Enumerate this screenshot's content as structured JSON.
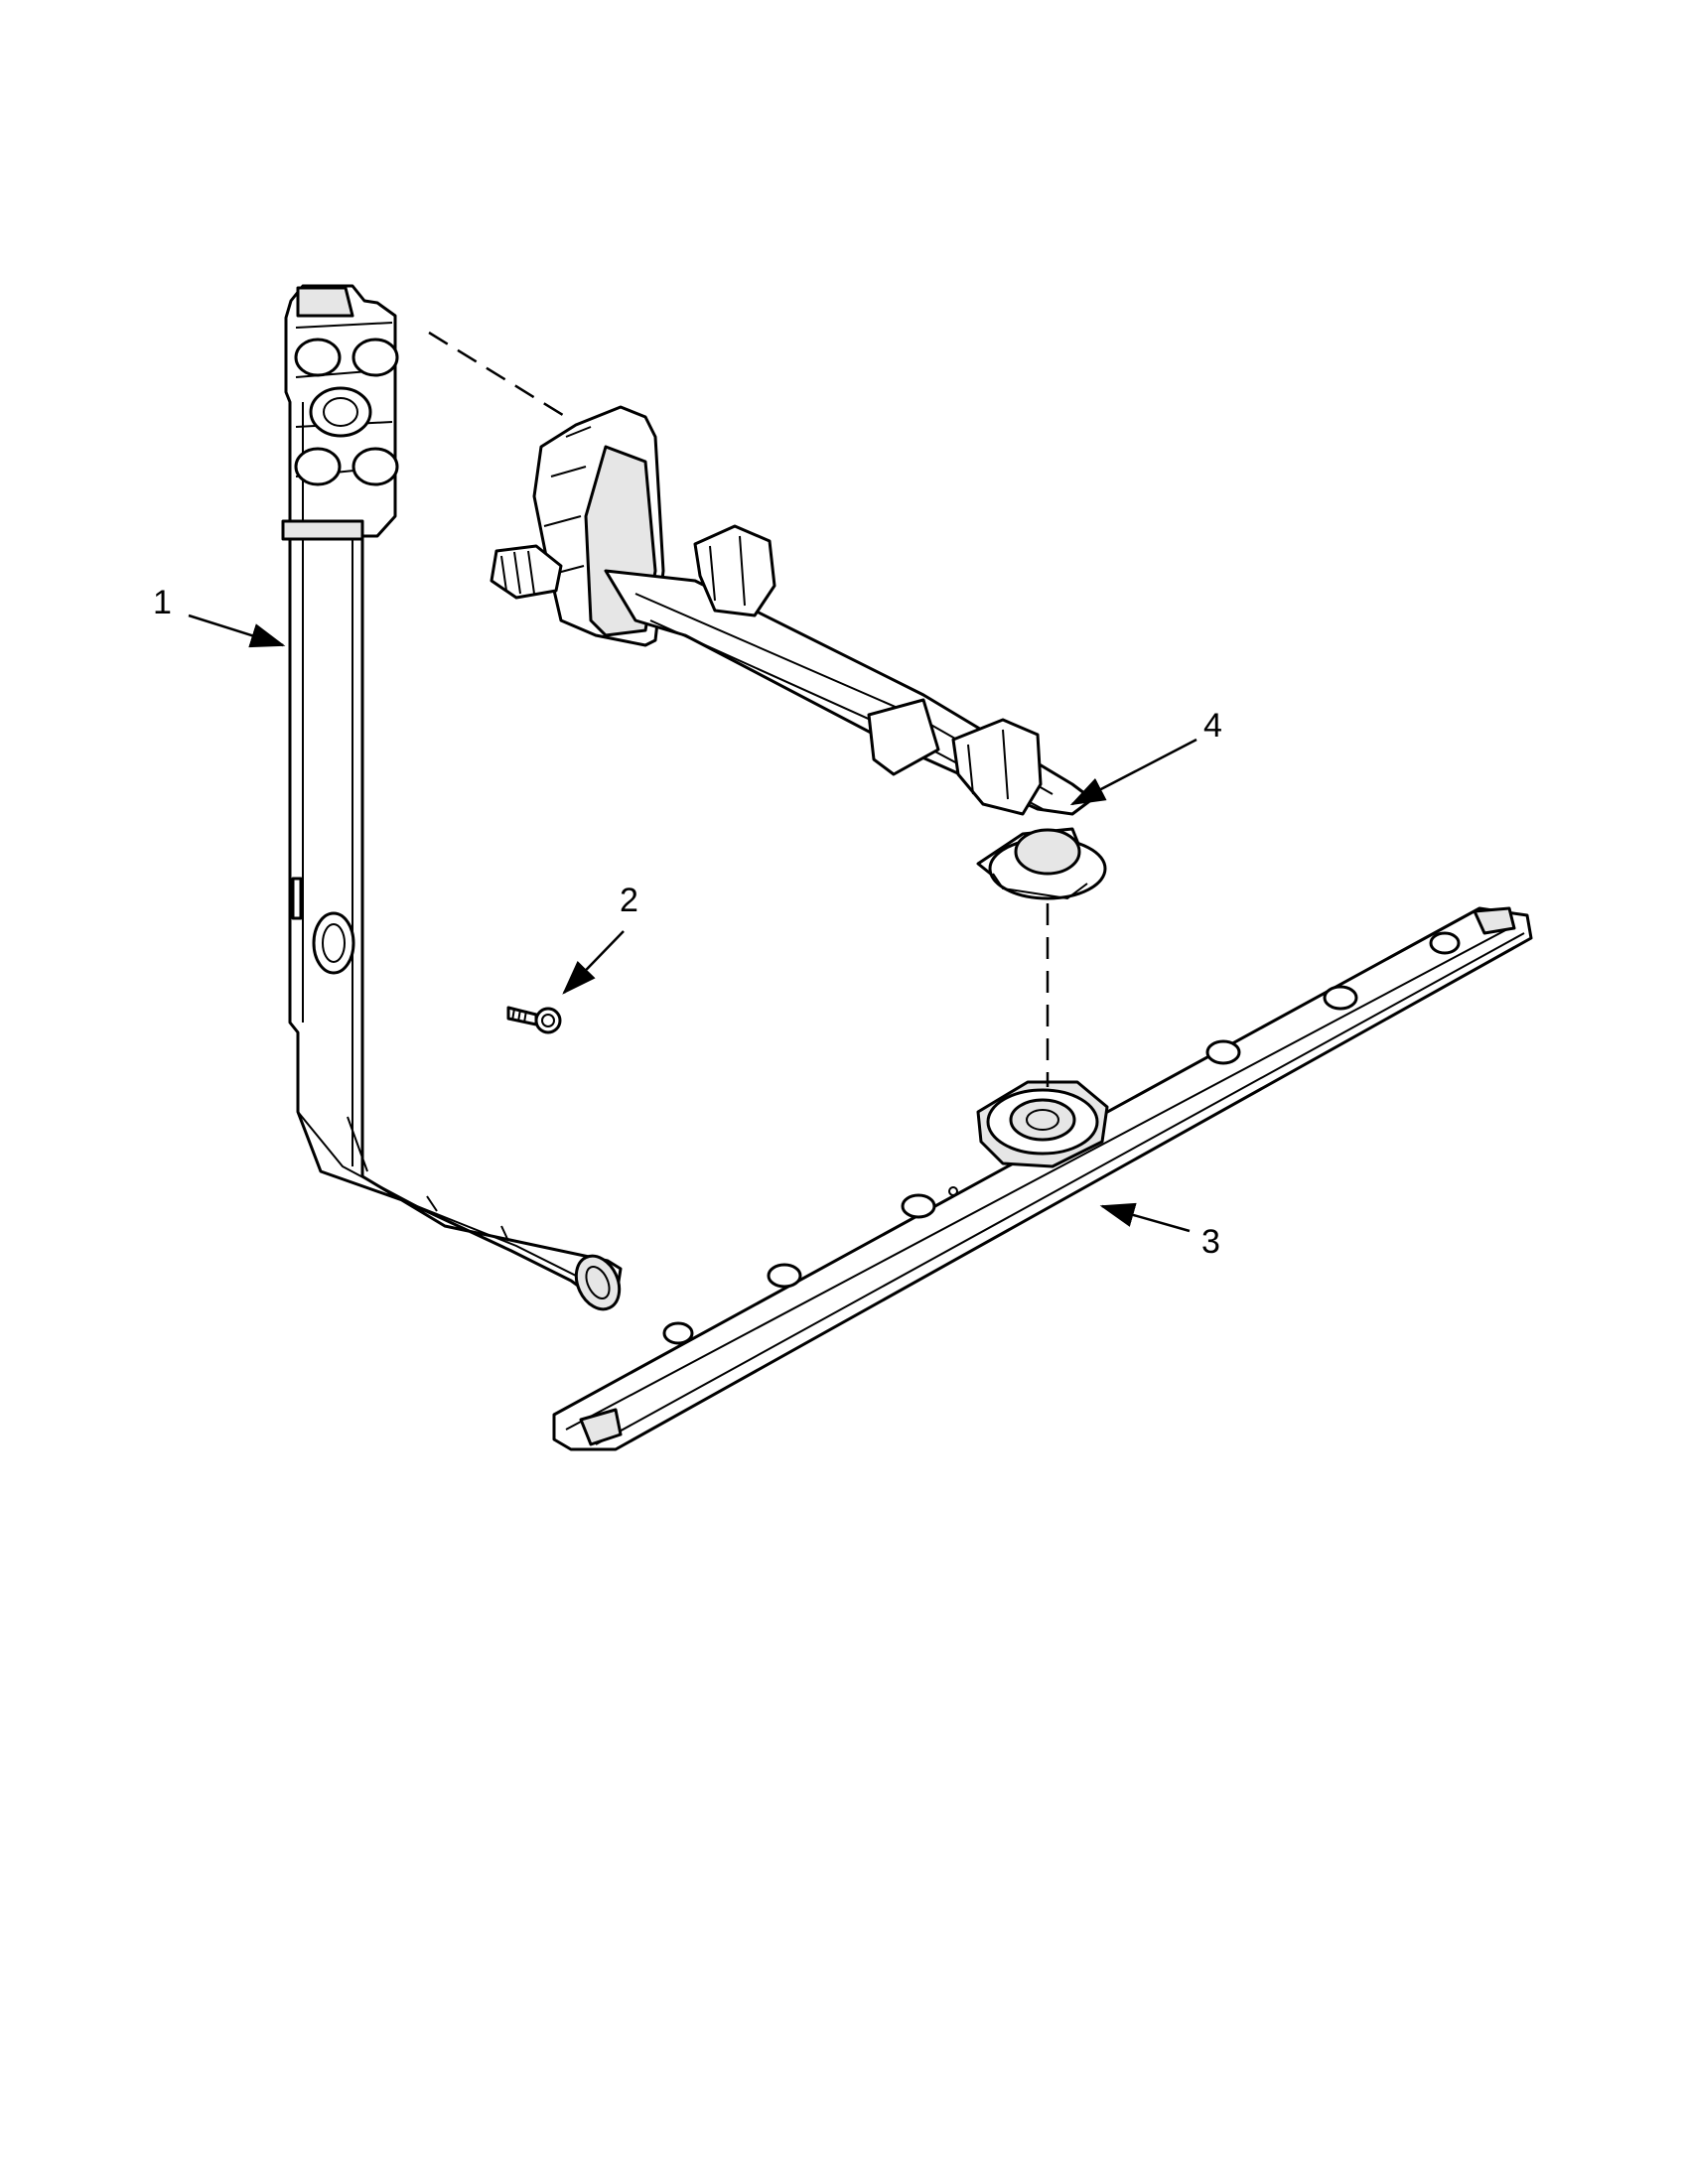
{
  "callouts": [
    {
      "id": "1",
      "label": "1"
    },
    {
      "id": "2",
      "label": "2"
    },
    {
      "id": "3",
      "label": "3"
    },
    {
      "id": "4",
      "label": "4"
    }
  ],
  "colors": {
    "line": "#000000",
    "shade": "#e6e6e6",
    "background": "#ffffff"
  }
}
